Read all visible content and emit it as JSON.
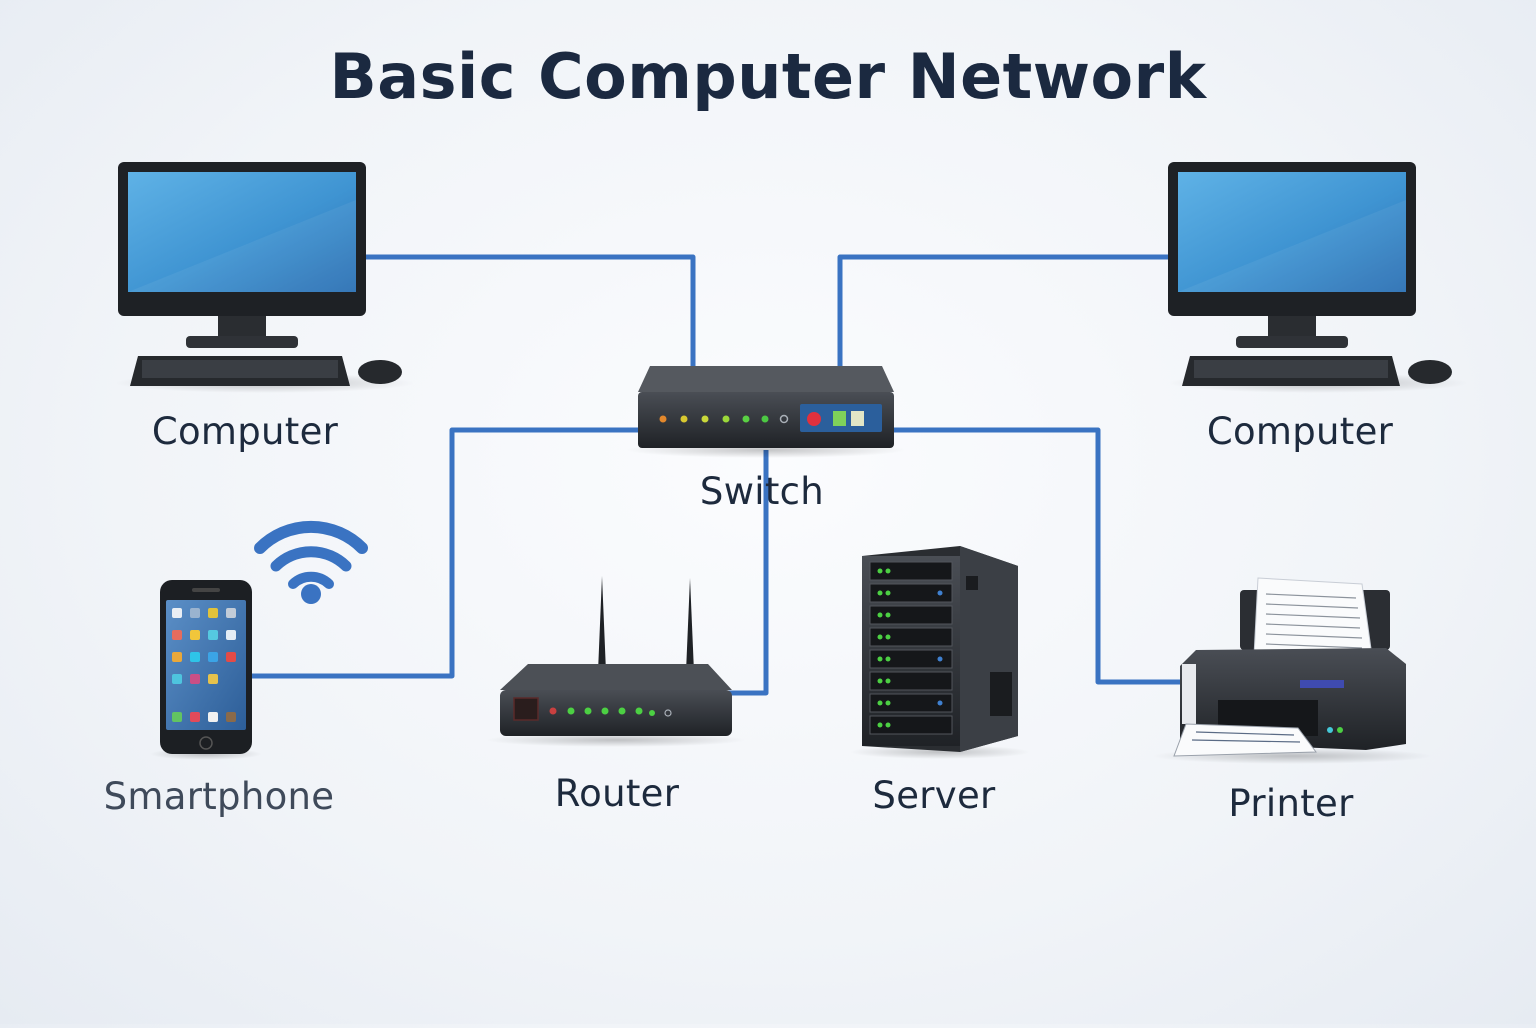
{
  "title": "Basic Computer Network",
  "nodes": {
    "computer_left": {
      "label": "Computer",
      "icon": "desktop-computer-icon"
    },
    "computer_right": {
      "label": "Computer",
      "icon": "desktop-computer-icon"
    },
    "switch": {
      "label": "Switch",
      "icon": "network-switch-icon"
    },
    "smartphone": {
      "label": "Smartphone",
      "icon": "smartphone-icon"
    },
    "router": {
      "label": "Router",
      "icon": "wireless-router-icon"
    },
    "server": {
      "label": "Server",
      "icon": "server-tower-icon"
    },
    "printer": {
      "label": "Printer",
      "icon": "printer-icon"
    }
  },
  "connections": [
    {
      "from": "computer_left",
      "to": "switch"
    },
    {
      "from": "computer_right",
      "to": "switch"
    },
    {
      "from": "smartphone",
      "to": "switch"
    },
    {
      "from": "router",
      "to": "switch"
    },
    {
      "from": "printer",
      "to": "switch"
    }
  ],
  "colors": {
    "link": "#3a73c2",
    "title": "#1b2940",
    "label": "#1d2a3d",
    "screen": "#4aa0d8"
  }
}
